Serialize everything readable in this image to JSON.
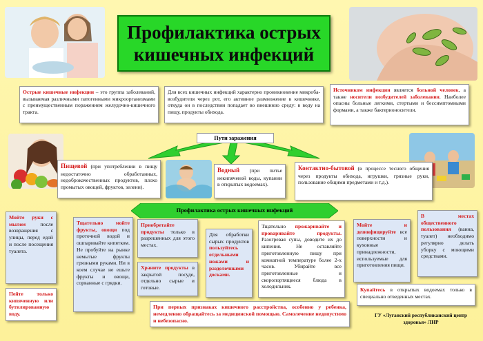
{
  "title": "Профилактика острых кишечных инфекций",
  "intro": {
    "box1_head": "Острые кишечные инфекции",
    "box1_body": " – это группа заболеваний, вызываемая различными патогенными микроорганизмами с преимущественным поражением желудочно-кишечного тракта.",
    "box2_body": "Для всех кишечных инфекций характерно проникновение микроба-возбудителя через рот, его активное размножение в кишечнике, откуда он в последствии попадает во внешнюю среду: в воду на пищу, продукты обихода.",
    "box3_head": "Источником инфекции",
    "box3_mid1": " является ",
    "box3_red2": "больной человек",
    "box3_mid2": ", а также ",
    "box3_red3": "носители возбудителей заболевания",
    "box3_tail": ". Наиболее опасны больные легкими, стертыми и бессимптомными формами, а также бактерионосители."
  },
  "routes": {
    "label": "Пути заражения",
    "food_head": "Пищевой",
    "food_body": " (при употреблении в пищу недостаточно обработанных, недоброкачественных продуктов, плохо промытых овощей, фруктов, зелени).",
    "water_head": "Водный",
    "water_body": " (при питье некипяченой воды, купании в открытых водоемах).",
    "contact_head": "Контактно-бытовой",
    "contact_body": " (в процессе тесного общения через продукты обихода, игрушки, грязные руки, пользование общими предметами и т.д.)."
  },
  "prevention": {
    "label": "Профилактика острых кишечных инфекций",
    "hands_red": "Мойте руки с мылом",
    "hands_body": " после возвращения с улицы, перед едой и после посещения туалета.",
    "drink_red": "Пейте только кипяченную или бутилированную воду.",
    "wash_red": "Тщательно мойте фрукты, овощи",
    "wash_body": " под проточной водой и ошпаривайте кипятком. Не пробуйте на рынке немытые фрукты грязными руками. Ни в коем случае не ешьте фрукты и овощи, сорванные с грядки.",
    "buy_red": "Приобретайте продукты",
    "buy_body": " только в разрешенных для этого местах.",
    "store_red": "Храните продукты",
    "store_body": " в закрытой посуде, отдельно сырые и готовые.",
    "raw_body1": "Для обработки сырых продуктов ",
    "raw_red": "пользуйтесь отдельными ножами и разделочными досками.",
    "cook_body1": "Тщательно ",
    "cook_red": "прожаривайте и проваривайте продукты.",
    "cook_body2": " Разогревая супы, доводите их до кипения. Не оставляйте приготовленную пищу при комнатной температуре более 2-х часов. Убирайте все приготовленные и скоропортящиеся блюда в холодильник.",
    "disinfect_red": "Мойте и дезинфицируйте",
    "disinfect_body": " все поверхности и кухонные принадлежности, используемые для приготовления пищи.",
    "public_red": "В местах общественного пользования",
    "public_body": " (ванна, туалет) необходимо регулярно делать уборку с моющими средствами.",
    "swim_red": "Купайтесь",
    "swim_body": " в открытых водоемах только в специально отведенных местах.",
    "alarm_red": "При первых признаках кишечного расстройства, особенно у ребенка, немедленно обращайтесь за медицинской помощью. Самолечение недопустимо и небезопасно."
  },
  "footer": "ГУ «Луганский республиканский центр здоровья» ЛНР",
  "colors": {
    "title_bg": "#28d728",
    "accent_red": "#d41818",
    "arrow_green": "#2fcf2f",
    "page_bg": "#fdf19a"
  },
  "images": [
    "mother-child-handwash-photo",
    "stomach-bacteria-photo",
    "woman-with-vegetables-photo",
    "child-water-photo",
    "children-playing-sand-photo"
  ]
}
